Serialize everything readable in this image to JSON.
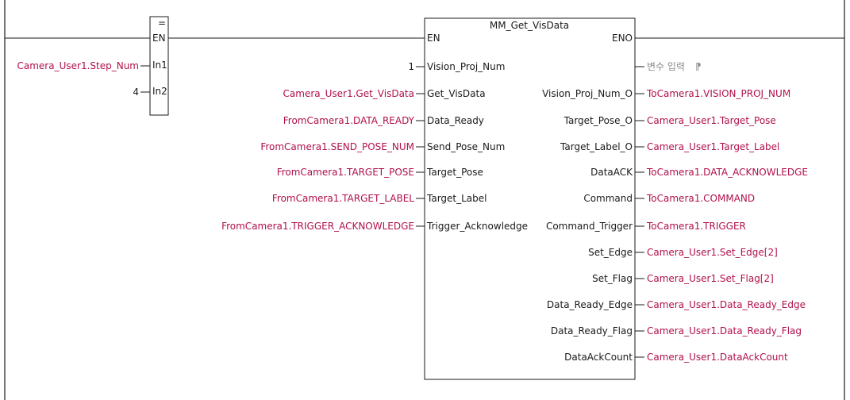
{
  "compare_block": {
    "symbol": "=",
    "pins": [
      "EN",
      "In1",
      "In2"
    ],
    "in1_var": "Camera_User1.Step_Num",
    "in2_value": "4"
  },
  "function_block": {
    "name": "MM_Get_VisData",
    "en": "EN",
    "eno": "ENO",
    "inputs": [
      {
        "pin": "Vision_Proj_Num",
        "arg": "1"
      },
      {
        "pin": "Get_VisData",
        "arg": "Camera_User1.Get_VisData"
      },
      {
        "pin": "Data_Ready",
        "arg": "FromCamera1.DATA_READY"
      },
      {
        "pin": "Send_Pose_Num",
        "arg": "FromCamera1.SEND_POSE_NUM"
      },
      {
        "pin": "Target_Pose",
        "arg": "FromCamera1.TARGET_POSE"
      },
      {
        "pin": "Target_Label",
        "arg": "FromCamera1.TARGET_LABEL"
      },
      {
        "pin": "Trigger_Acknowledge",
        "arg": "FromCamera1.TRIGGER_ACKNOWLEDGE"
      }
    ],
    "outputs": [
      {
        "pin": "",
        "arg": "변수 입력"
      },
      {
        "pin": "Vision_Proj_Num_O",
        "arg": "ToCamera1.VISION_PROJ_NUM"
      },
      {
        "pin": "Target_Pose_O",
        "arg": "Camera_User1.Target_Pose"
      },
      {
        "pin": "Target_Label_O",
        "arg": "Camera_User1.Target_Label"
      },
      {
        "pin": "DataACK",
        "arg": "ToCamera1.DATA_ACKNOWLEDGE"
      },
      {
        "pin": "Command",
        "arg": "ToCamera1.COMMAND"
      },
      {
        "pin": "Command_Trigger",
        "arg": "ToCamera1.TRIGGER"
      },
      {
        "pin": "Set_Edge",
        "arg": "Camera_User1.Set_Edge[2]"
      },
      {
        "pin": "Set_Flag",
        "arg": "Camera_User1.Set_Flag[2]"
      },
      {
        "pin": "Data_Ready_Edge",
        "arg": "Camera_User1.Data_Ready_Edge"
      },
      {
        "pin": "Data_Ready_Flag",
        "arg": "Camera_User1.Data_Ready_Flag"
      },
      {
        "pin": "DataAckCount",
        "arg": "Camera_User1.DataAckCount"
      }
    ]
  }
}
